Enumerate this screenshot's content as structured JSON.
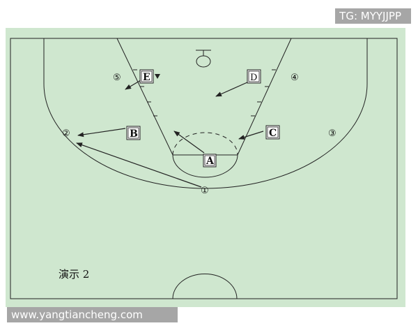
{
  "colors": {
    "court_fill": "#cfe7cf",
    "page_bg": "#ffffff",
    "line": "#222222",
    "watermark_bg": "#969696"
  },
  "watermarks": {
    "top_right": "TG: MYYJJPP",
    "bottom_left": "www.yangtiancheng.com"
  },
  "diagram": {
    "caption": "演示 2",
    "offense_players": [
      "①",
      "②",
      "③",
      "④",
      "⑤"
    ],
    "defense_players": [
      "A",
      "B",
      "C",
      "D",
      "E"
    ]
  }
}
